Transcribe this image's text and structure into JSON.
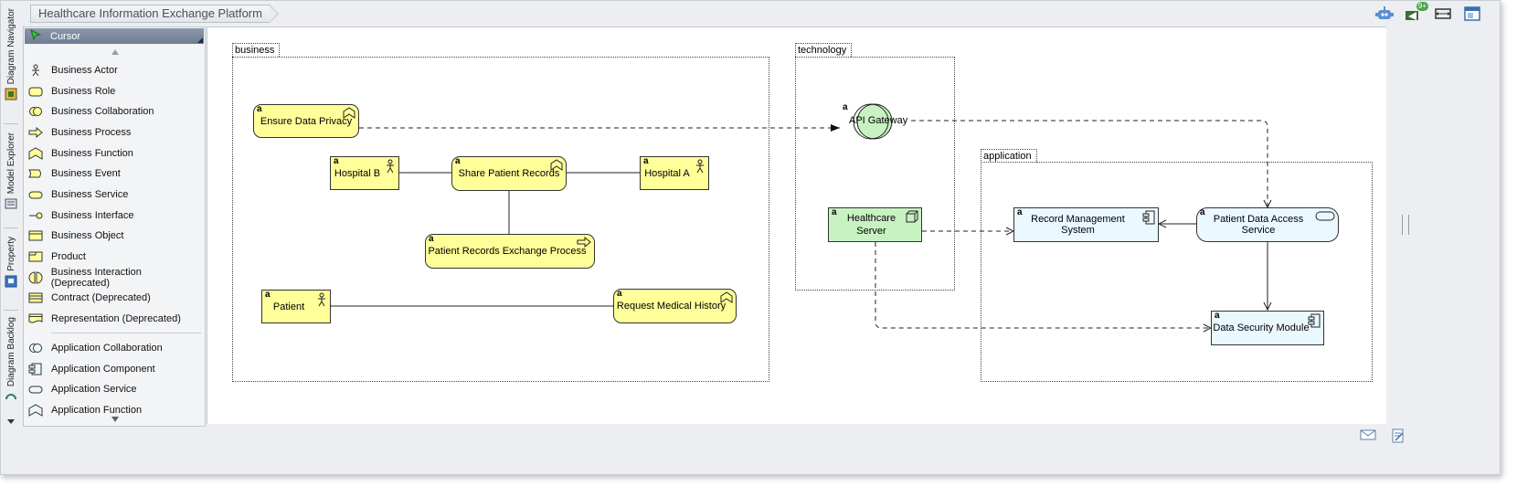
{
  "breadcrumb": "Healthcare Information Exchange Platform",
  "toolbar_icons": [
    "robot-icon",
    "megaphone-icon",
    "fit-diagram-icon",
    "layout-icon"
  ],
  "notification_badge": "9+",
  "vertical_tabs": [
    "Diagram Navigator",
    "Model Explorer",
    "Property",
    "Diagram Backlog"
  ],
  "palette": {
    "cursor": "Cursor",
    "business_items": [
      {
        "label": "Business Actor",
        "icon": "business-actor-icon"
      },
      {
        "label": "Business Role",
        "icon": "business-role-icon"
      },
      {
        "label": "Business Collaboration",
        "icon": "business-collaboration-icon"
      },
      {
        "label": "Business Process",
        "icon": "business-process-icon"
      },
      {
        "label": "Business Function",
        "icon": "business-function-icon"
      },
      {
        "label": "Business Event",
        "icon": "business-event-icon"
      },
      {
        "label": "Business Service",
        "icon": "business-service-icon"
      },
      {
        "label": "Business Interface",
        "icon": "business-interface-icon"
      },
      {
        "label": "Business Object",
        "icon": "business-object-icon"
      },
      {
        "label": "Product",
        "icon": "product-icon"
      },
      {
        "label": "Business Interaction (Deprecated)",
        "icon": "business-interaction-icon"
      },
      {
        "label": "Contract (Deprecated)",
        "icon": "contract-icon"
      },
      {
        "label": "Representation (Deprecated)",
        "icon": "representation-icon"
      }
    ],
    "application_items": [
      {
        "label": "Application Collaboration",
        "icon": "application-collaboration-icon"
      },
      {
        "label": "Application Component",
        "icon": "application-component-icon"
      },
      {
        "label": "Application Service",
        "icon": "application-service-icon"
      },
      {
        "label": "Application Function",
        "icon": "application-function-icon"
      }
    ]
  },
  "diagram": {
    "groups": {
      "business": "business",
      "technology": "technology",
      "application": "application"
    },
    "element_tag": "a",
    "elements": {
      "ensure_data_privacy": "Ensure Data Privacy",
      "hospital_b": "Hospital B",
      "share_patient_records": "Share Patient Records",
      "hospital_a": "Hospital A",
      "patient_records_exchange_process": "Patient Records Exchange Process",
      "patient": "Patient",
      "request_medical_history": "Request Medical History",
      "api_gateway": "API Gateway",
      "healthcare_server": "Healthcare Server",
      "record_management_system": "Record Management System",
      "patient_data_access_service": "Patient Data Access Service",
      "data_security_module": "Data Security Module"
    }
  },
  "colors": {
    "business": "#ffff99",
    "application": "#eaf8ff",
    "technology": "#c9f2c3",
    "palette_selected": "#7b889e"
  },
  "status_icons": [
    "mail-icon",
    "note-icon"
  ]
}
